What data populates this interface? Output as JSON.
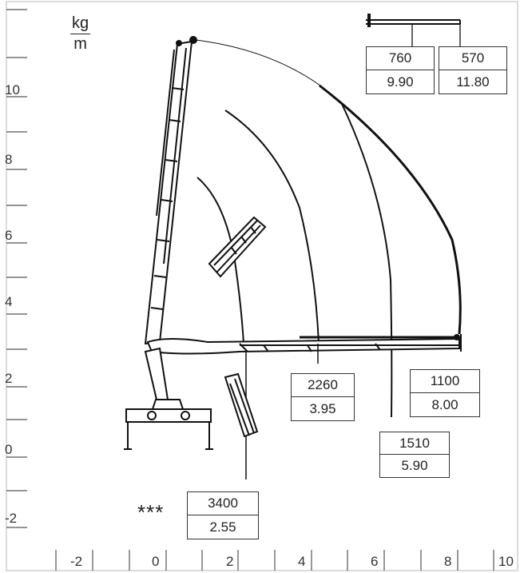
{
  "unit": {
    "numerator": "kg",
    "denominator": "m"
  },
  "y_axis_labels": [
    "10",
    "8",
    "6",
    "4",
    "2",
    "0",
    "-2"
  ],
  "x_axis_labels": [
    "-2",
    "0",
    "2",
    "4",
    "6",
    "8",
    "10"
  ],
  "load_boxes": [
    {
      "id": "box-760",
      "load": "760",
      "radius": "9.90"
    },
    {
      "id": "box-570",
      "load": "570",
      "radius": "11.80"
    },
    {
      "id": "box-2260",
      "load": "2260",
      "radius": "3.95"
    },
    {
      "id": "box-1100",
      "load": "1100",
      "radius": "8.00"
    },
    {
      "id": "box-1510",
      "load": "1510",
      "radius": "5.90"
    },
    {
      "id": "box-3400",
      "load": "3400",
      "radius": "2.55"
    }
  ],
  "note_marker": "***"
}
